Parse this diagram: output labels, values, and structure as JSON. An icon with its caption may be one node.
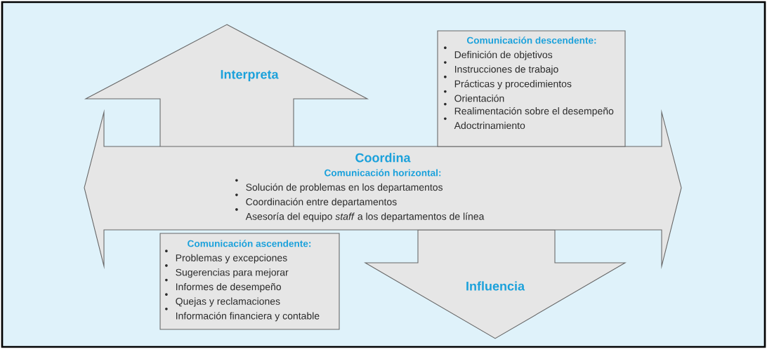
{
  "diagram": {
    "nodes": [
      {
        "text": [
          "Interpreta"
        ]
      },
      {
        "text": [
          "Comunicación descendente:",
          "Definición de objetivos",
          "Instrucciones de trabajo",
          "Prácticas y procedimientos",
          "Orientación",
          "Realimentación sobre el desempeño",
          "Adoctrinamiento"
        ]
      },
      {
        "text": [
          "Coordina",
          "Comunicación horizontal:",
          "Solución de problemas en los departamentos",
          "Coordinación entre departamentos",
          "Asesoría del equipo *staff* a los departamentos de línea"
        ]
      },
      {
        "text": [
          "Comunicación ascendente:",
          "Problemas y excepciones",
          "Sugerencias para mejorar",
          "Informes de desempeño",
          "Quejas y reclamaciones",
          "Información financiera y contable"
        ]
      },
      {
        "text": [
          "Influencia"
        ]
      }
    ]
  }
}
